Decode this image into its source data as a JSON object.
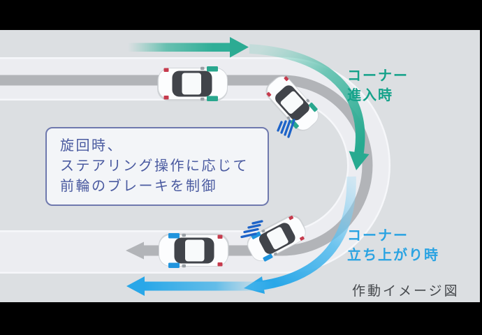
{
  "caption": "作動イメージ図",
  "labels": {
    "corner_entry": {
      "line1": "コーナー",
      "line2": "進入時"
    },
    "corner_exit": {
      "line1": "コーナー",
      "line2": "立ち上がり時"
    }
  },
  "callout": {
    "line1": "旋回時、",
    "line2": "ステアリング操作に応じて",
    "line3": "前輪のブレーキを制御"
  },
  "colors": {
    "letterbox": "#000000",
    "background": "#dcdfe2",
    "road": "#ecedf1",
    "road_edge": "#f6f7fa",
    "track_line": "#b2b4b8",
    "teal_arrow": "#2fae97",
    "teal_text": "#14a28a",
    "blue_arrow": "#29a7e8",
    "blue_text": "#2aa3e2",
    "callout_border": "#6f79ae",
    "callout_text": "#4a5aa0",
    "caption_text": "#45484c",
    "car_body": "#fcfdfe",
    "car_glass": "#41444a",
    "front_wheel_mark_entry": "#29a78e",
    "front_wheel_mark_exit": "#2094dd",
    "rear_wheel_mark": "#c63b4d",
    "brake_indicator": "#1d63c8"
  }
}
